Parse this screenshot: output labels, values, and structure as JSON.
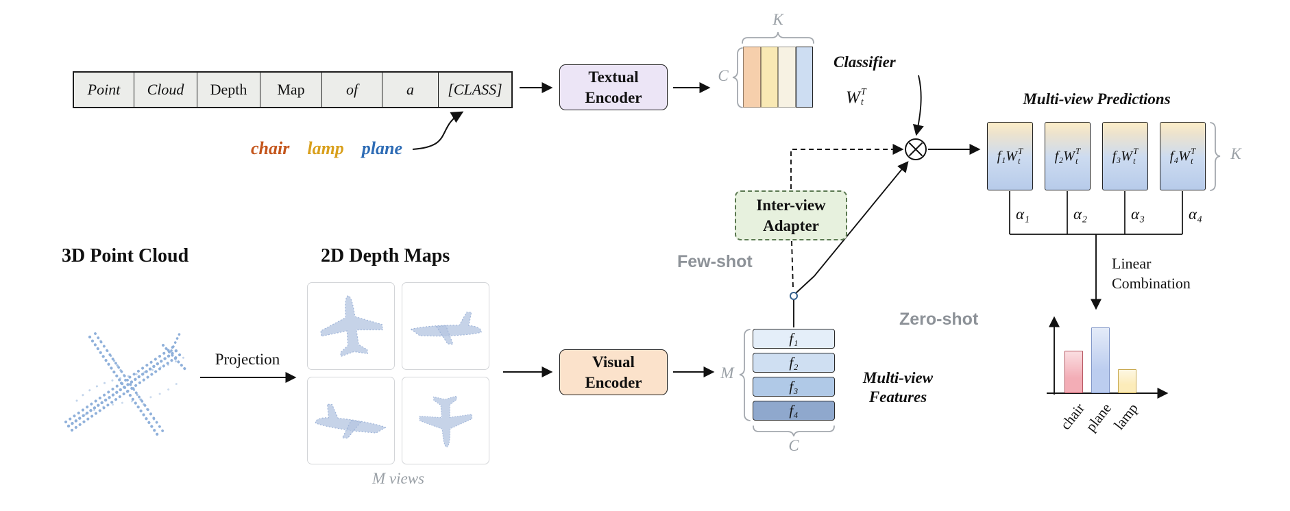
{
  "prompt": {
    "tokens": [
      "Point",
      "Cloud",
      "Depth",
      "Map",
      "of",
      "a",
      "[CLASS]"
    ]
  },
  "class_words": [
    {
      "label": "chair",
      "color": "#c4551b"
    },
    {
      "label": "lamp",
      "color": "#d9a01d"
    },
    {
      "label": "plane",
      "color": "#2e6cb5"
    }
  ],
  "textual_encoder": {
    "line1": "Textual",
    "line2": "Encoder"
  },
  "visual_encoder": {
    "line1": "Visual",
    "line2": "Encoder"
  },
  "adapter": {
    "line1": "Inter-view",
    "line2": "Adapter"
  },
  "classifier": {
    "label": "Classifier",
    "weight": {
      "base": "W",
      "sub": "t",
      "sup": "T"
    },
    "dim_left": "C",
    "dim_top": "K",
    "bar_colors": [
      "#f6cfac",
      "#f9e9b4",
      "#f7f2e3",
      "#cdddf2"
    ]
  },
  "features": {
    "rows": [
      {
        "label": "f₁",
        "fill": "#e4eef9"
      },
      {
        "label": "f₂",
        "fill": "#cfdff2"
      },
      {
        "label": "f₃",
        "fill": "#b0c9e7"
      },
      {
        "label": "f₄",
        "fill": "#8fa8cd"
      }
    ],
    "dim_left": "M",
    "dim_bottom": "C",
    "caption_line1": "Multi-view",
    "caption_line2": "Features"
  },
  "predictions": {
    "title": "Multi-view Predictions",
    "boxes": [
      {
        "base": "f₁W",
        "sub": "t",
        "sup": "T"
      },
      {
        "base": "f₂W",
        "sub": "t",
        "sup": "T"
      },
      {
        "base": "f₃W",
        "sub": "t",
        "sup": "T"
      },
      {
        "base": "f₄W",
        "sub": "t",
        "sup": "T"
      }
    ],
    "alphas": [
      "α₁",
      "α₂",
      "α₃",
      "α₄"
    ],
    "dim_right": "K"
  },
  "flow": {
    "few_shot": "Few-shot",
    "zero_shot": "Zero-shot",
    "linear_line1": "Linear",
    "linear_line2": "Combination",
    "projection": "Projection"
  },
  "sections": {
    "point_cloud_title": "3D Point Cloud",
    "depth_maps_title": "2D Depth Maps",
    "m_views": "M views"
  },
  "icons": {
    "fusion_operator": "circled-times",
    "path_selector": "switch"
  },
  "chart_data": {
    "type": "bar",
    "categories": [
      "chair",
      "plane",
      "lamp"
    ],
    "values": [
      0.65,
      1.0,
      0.36
    ],
    "colors": [
      "#f3adb6",
      "#bccdef",
      "#fcecba"
    ],
    "border_colors": [
      "#b65560",
      "#8096c8",
      "#c8a94f"
    ],
    "title": "",
    "xlabel": "",
    "ylabel": ""
  }
}
